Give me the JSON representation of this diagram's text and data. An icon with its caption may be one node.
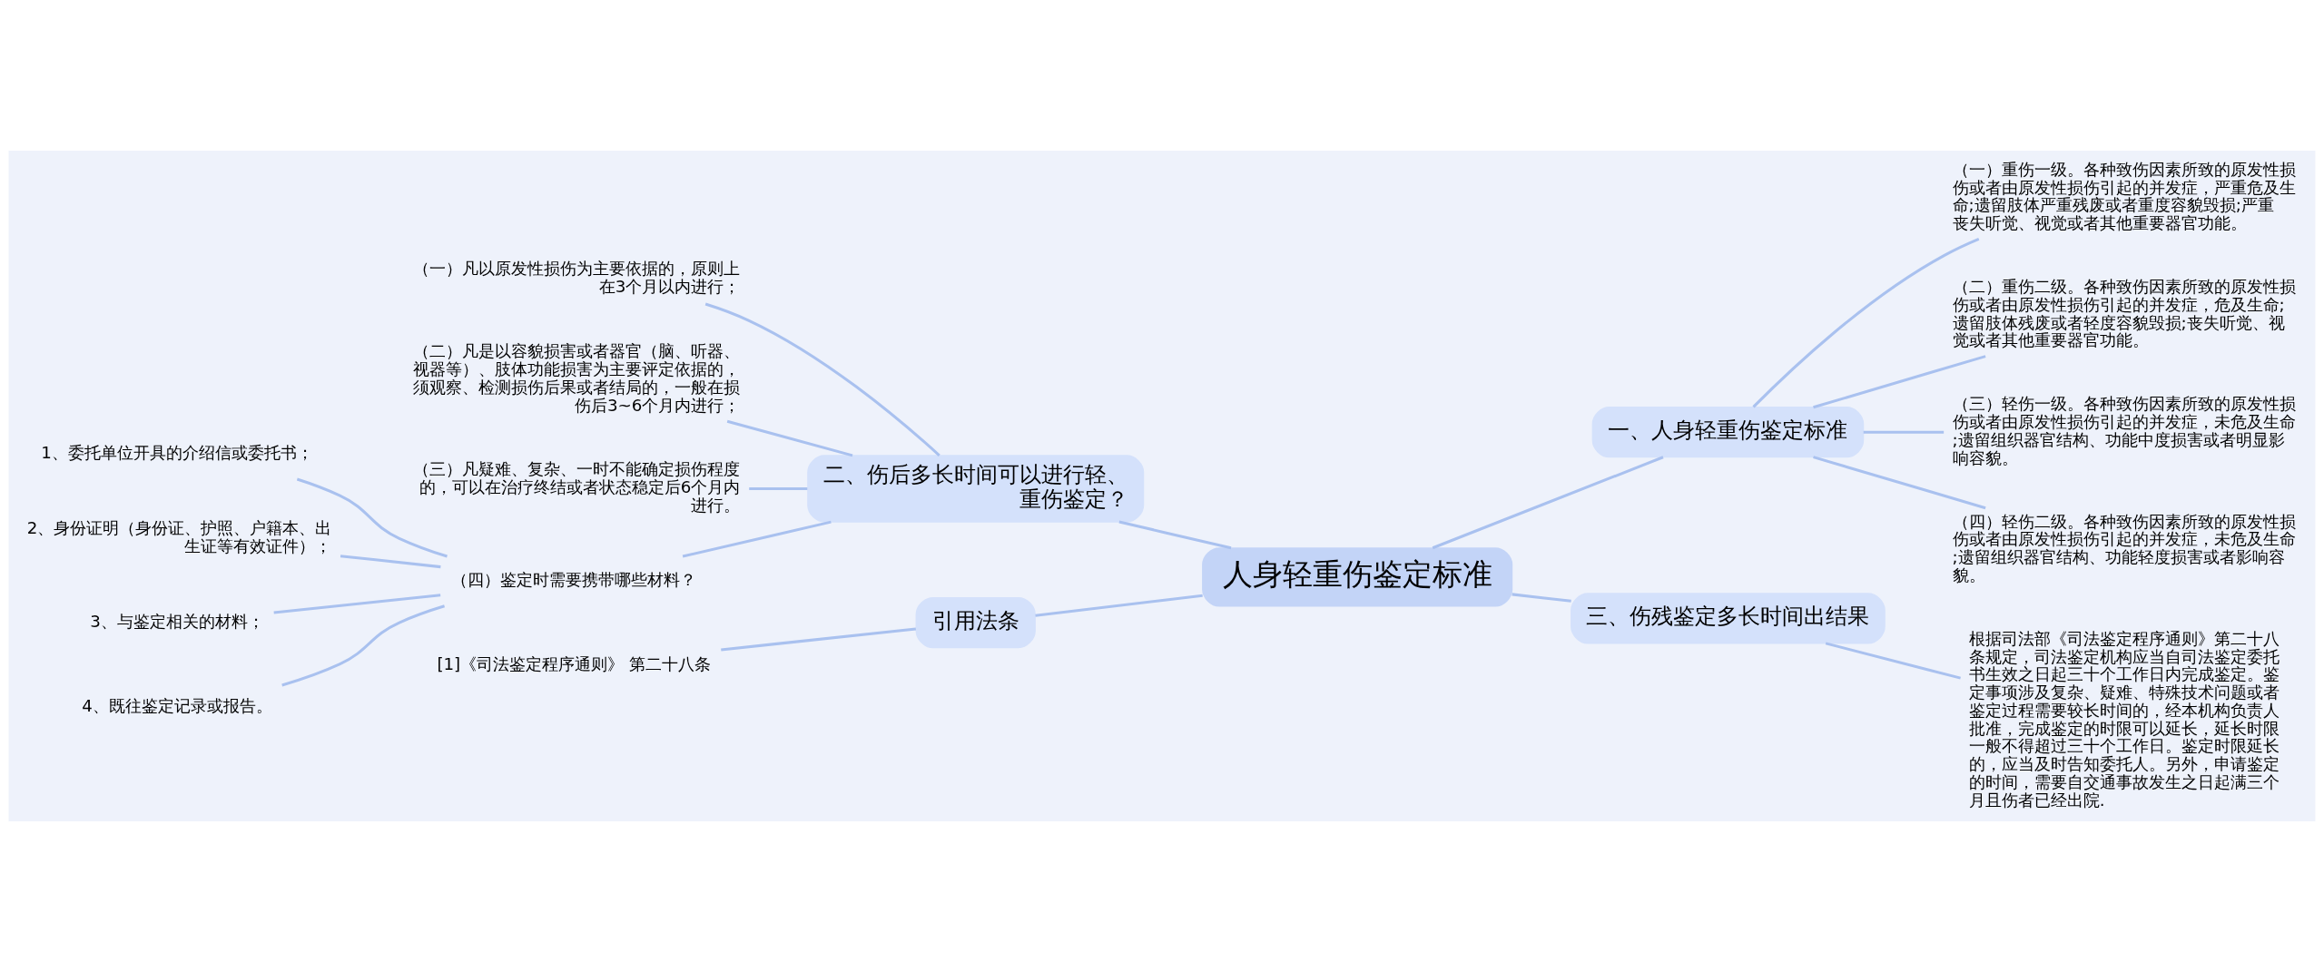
{
  "diagram": {
    "nodes": [
      {
        "text": [
          "人身轻重伤鉴定标准"
        ]
      },
      {
        "text": [
          "一、人身轻重伤鉴定标准"
        ]
      },
      {
        "text": [
          "（一）重伤一级。各种致伤因素所致的原发性损伤或者由原发性损伤引起的并发症，严重危及生命;遗留肢体严重残废或者重度容貌毁损;严重丧失听觉、视觉或者其他重要器官功能。"
        ]
      },
      {
        "text": [
          "（二）重伤二级。各种致伤因素所致的原发性损伤或者由原发性损伤引起的并发症，危及生命;遗留肢体残废或者轻度容貌毁损;丧失听觉、视觉或者其他重要器官功能。"
        ]
      },
      {
        "text": [
          "（三）轻伤一级。各种致伤因素所致的原发性损伤或者由原发性损伤引起的并发症，未危及生命;遗留组织器官结构、功能中度损害或者明显影响容貌。"
        ]
      },
      {
        "text": [
          "（四）轻伤二级。各种致伤因素所致的原发性损伤或者由原发性损伤引起的并发症，未危及生命;遗留组织器官结构、功能轻度损害或者影响容貌。"
        ]
      },
      {
        "text": [
          "三、伤残鉴定多长时间出结果"
        ]
      },
      {
        "text": [
          "根据司法部《司法鉴定程序通则》第二十八条规定，司法鉴定机构应当自司法鉴定委托书生效之日起三十个工作日内完成鉴定。鉴定事项涉及复杂、疑难、特殊技术问题或者鉴定过程需要较长时间的，经本机构负责人批准，完成鉴定的时限可以延长，延长时限一般不得超过三十个工作日。鉴定时限延长的，应当及时告知委托人。另外，申请鉴定的时间，需要自交通事故发生之日起满三个月且伤者已经出院."
        ]
      },
      {
        "text": [
          "二、伤后多长时间可以进行轻、重伤鉴定？"
        ]
      },
      {
        "text": [
          "（一）凡以原发性损伤为主要依据的，原则上在3个月以内进行；"
        ]
      },
      {
        "text": [
          "（二）凡是以容貌损害或者器官（脑、听器、视器等）、肢体功能损害为主要评定依据的，须观察、检测损伤后果或者结局的，一般在损伤后3~6个月内进行；"
        ]
      },
      {
        "text": [
          "（三）凡疑难、复杂、一时不能确定损伤程度的，可以在治疗终结或者状态稳定后6个月内进行。"
        ]
      },
      {
        "text": [
          "（四）鉴定时需要携带哪些材料？"
        ]
      },
      {
        "text": [
          "1、委托单位开具的介绍信或委托书；"
        ]
      },
      {
        "text": [
          "2、身份证明（身份证、护照、户籍本、出生证等有效证件）；"
        ]
      },
      {
        "text": [
          "3、与鉴定相关的材料；"
        ]
      },
      {
        "text": [
          "4、既往鉴定记录或报告。"
        ]
      },
      {
        "text": [
          "引用法条"
        ]
      },
      {
        "text": [
          "[1]《司法鉴定程序通则》 第二十八条"
        ]
      }
    ],
    "edges": [
      {
        "from": 0,
        "to": 1,
        "arrow": "none"
      },
      {
        "from": 1,
        "to": 2,
        "arrow": "none"
      },
      {
        "from": 1,
        "to": 3,
        "arrow": "none"
      },
      {
        "from": 1,
        "to": 4,
        "arrow": "none"
      },
      {
        "from": 1,
        "to": 5,
        "arrow": "none"
      },
      {
        "from": 0,
        "to": 6,
        "arrow": "none"
      },
      {
        "from": 6,
        "to": 7,
        "arrow": "none"
      },
      {
        "from": 0,
        "to": 8,
        "arrow": "none"
      },
      {
        "from": 8,
        "to": 9,
        "arrow": "none"
      },
      {
        "from": 8,
        "to": 10,
        "arrow": "none"
      },
      {
        "from": 8,
        "to": 11,
        "arrow": "none"
      },
      {
        "from": 8,
        "to": 12,
        "arrow": "none"
      },
      {
        "from": 12,
        "to": 13,
        "arrow": "none"
      },
      {
        "from": 12,
        "to": 14,
        "arrow": "none"
      },
      {
        "from": 12,
        "to": 15,
        "arrow": "none"
      },
      {
        "from": 12,
        "to": 16,
        "arrow": "none"
      },
      {
        "from": 0,
        "to": 17,
        "arrow": "none"
      },
      {
        "from": 17,
        "to": 18,
        "arrow": "none"
      }
    ]
  }
}
